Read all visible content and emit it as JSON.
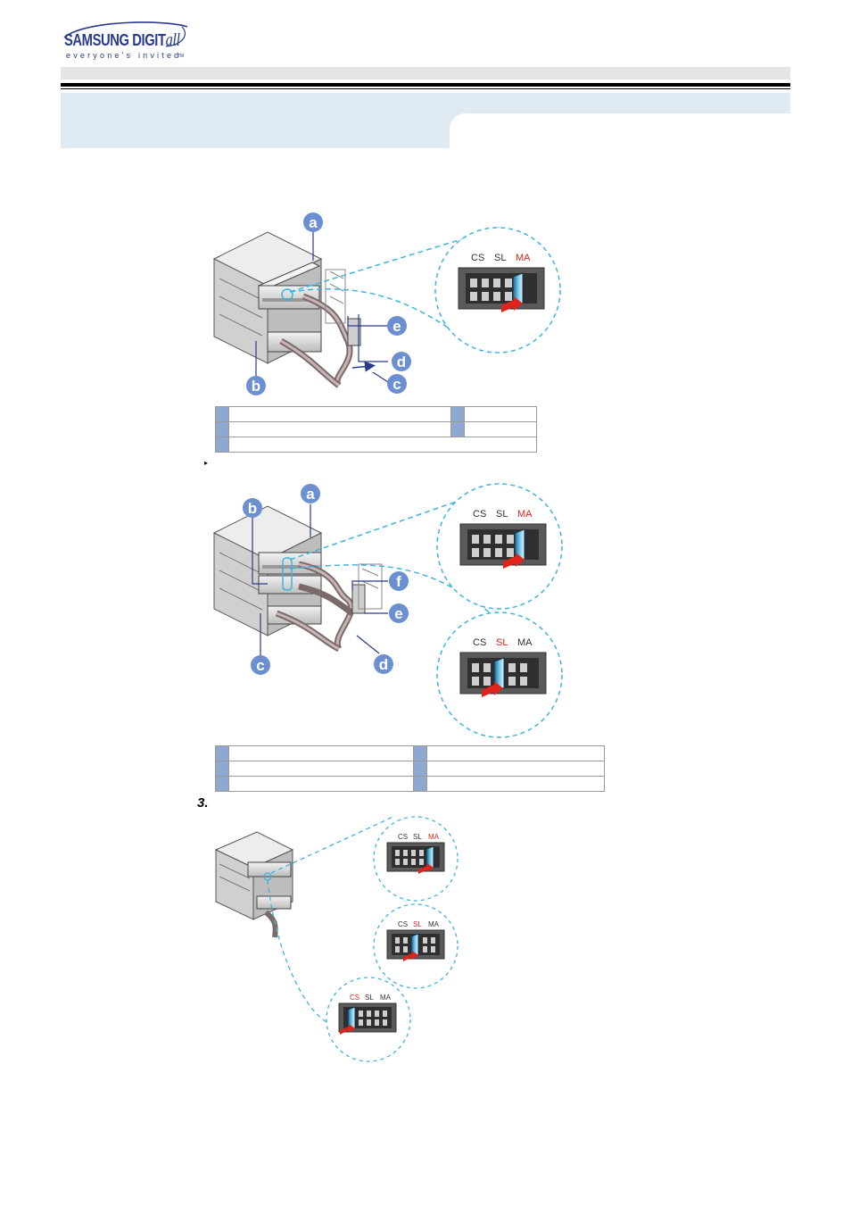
{
  "header": {
    "logo_text": "SAMSUNG DIGIT",
    "logo_suffix": "all",
    "logo_tagline": "everyone's invited",
    "logo_tm": "TM"
  },
  "diagram1": {
    "callouts": [
      "a",
      "b",
      "c",
      "d",
      "e"
    ],
    "jumper_labels": [
      "CS",
      "SL",
      "MA"
    ],
    "active_jumper": "MA"
  },
  "diagram2": {
    "callouts": [
      "a",
      "b",
      "c",
      "d",
      "e",
      "f"
    ],
    "upper_jumper_labels": [
      "CS",
      "SL",
      "MA"
    ],
    "upper_active": "MA",
    "lower_jumper_labels": [
      "CS",
      "SL",
      "MA"
    ],
    "lower_active": "SL"
  },
  "step3": {
    "number": "3.",
    "jumper_sets": [
      {
        "labels": [
          "CS",
          "SL",
          "MA"
        ],
        "active": "MA"
      },
      {
        "labels": [
          "CS",
          "SL",
          "MA"
        ],
        "active": "SL"
      },
      {
        "labels": [
          "CS",
          "SL",
          "MA"
        ],
        "active": "CS"
      }
    ]
  },
  "colors": {
    "brand_blue": "#2a3a8c",
    "callout_blue": "#6b8fd0",
    "dashed_cyan": "#3fb3e0",
    "active_label_red": "#e0231b",
    "legend_swatch": "#8fa8cf",
    "title_band": "#dfeaf3"
  },
  "icons": {
    "bullet": "right-arrow-bullet"
  }
}
